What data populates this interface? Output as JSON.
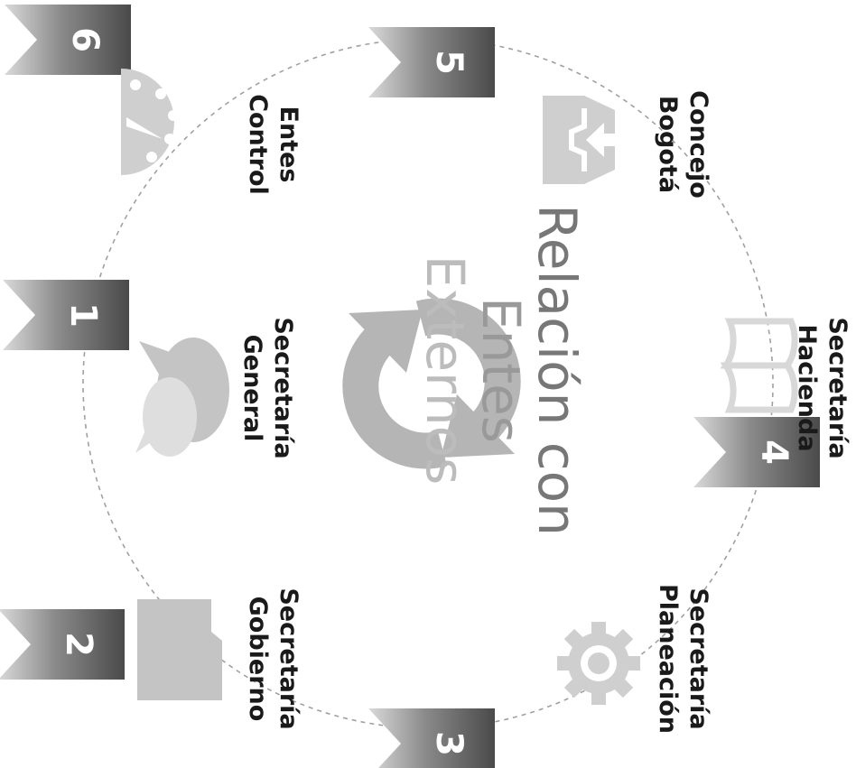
{
  "center": {
    "title_line1": "Relación con",
    "title_line2": "Entes",
    "title_line3": "Externos"
  },
  "steps": [
    {
      "number": "1",
      "label_line1": "Secretaría",
      "label_line2": "General",
      "icon": "chat-bubbles-icon"
    },
    {
      "number": "2",
      "label_line1": "Secretaría",
      "label_line2": "Gobierno",
      "icon": "folder-icon"
    },
    {
      "number": "3",
      "label_line1": "Secretaría",
      "label_line2": "Planeación",
      "icon": "gear-icon"
    },
    {
      "number": "4",
      "label_line1": "Secretaría",
      "label_line2": "Hacienda",
      "icon": "open-book-icon"
    },
    {
      "number": "5",
      "label_line1": "Concejo",
      "label_line2": "Bogotá",
      "icon": "inbox-download-icon"
    },
    {
      "number": "6",
      "label_line1": "Entes",
      "label_line2": "Control",
      "icon": "dashboard-gauge-icon"
    }
  ],
  "center_icon": "refresh-cycle-icon",
  "colors": {
    "flag_dark": "#555555",
    "flag_light": "#c8c8c8",
    "icon_gray": "#c4c4c4",
    "ring_dash": "#a0a0a0"
  }
}
